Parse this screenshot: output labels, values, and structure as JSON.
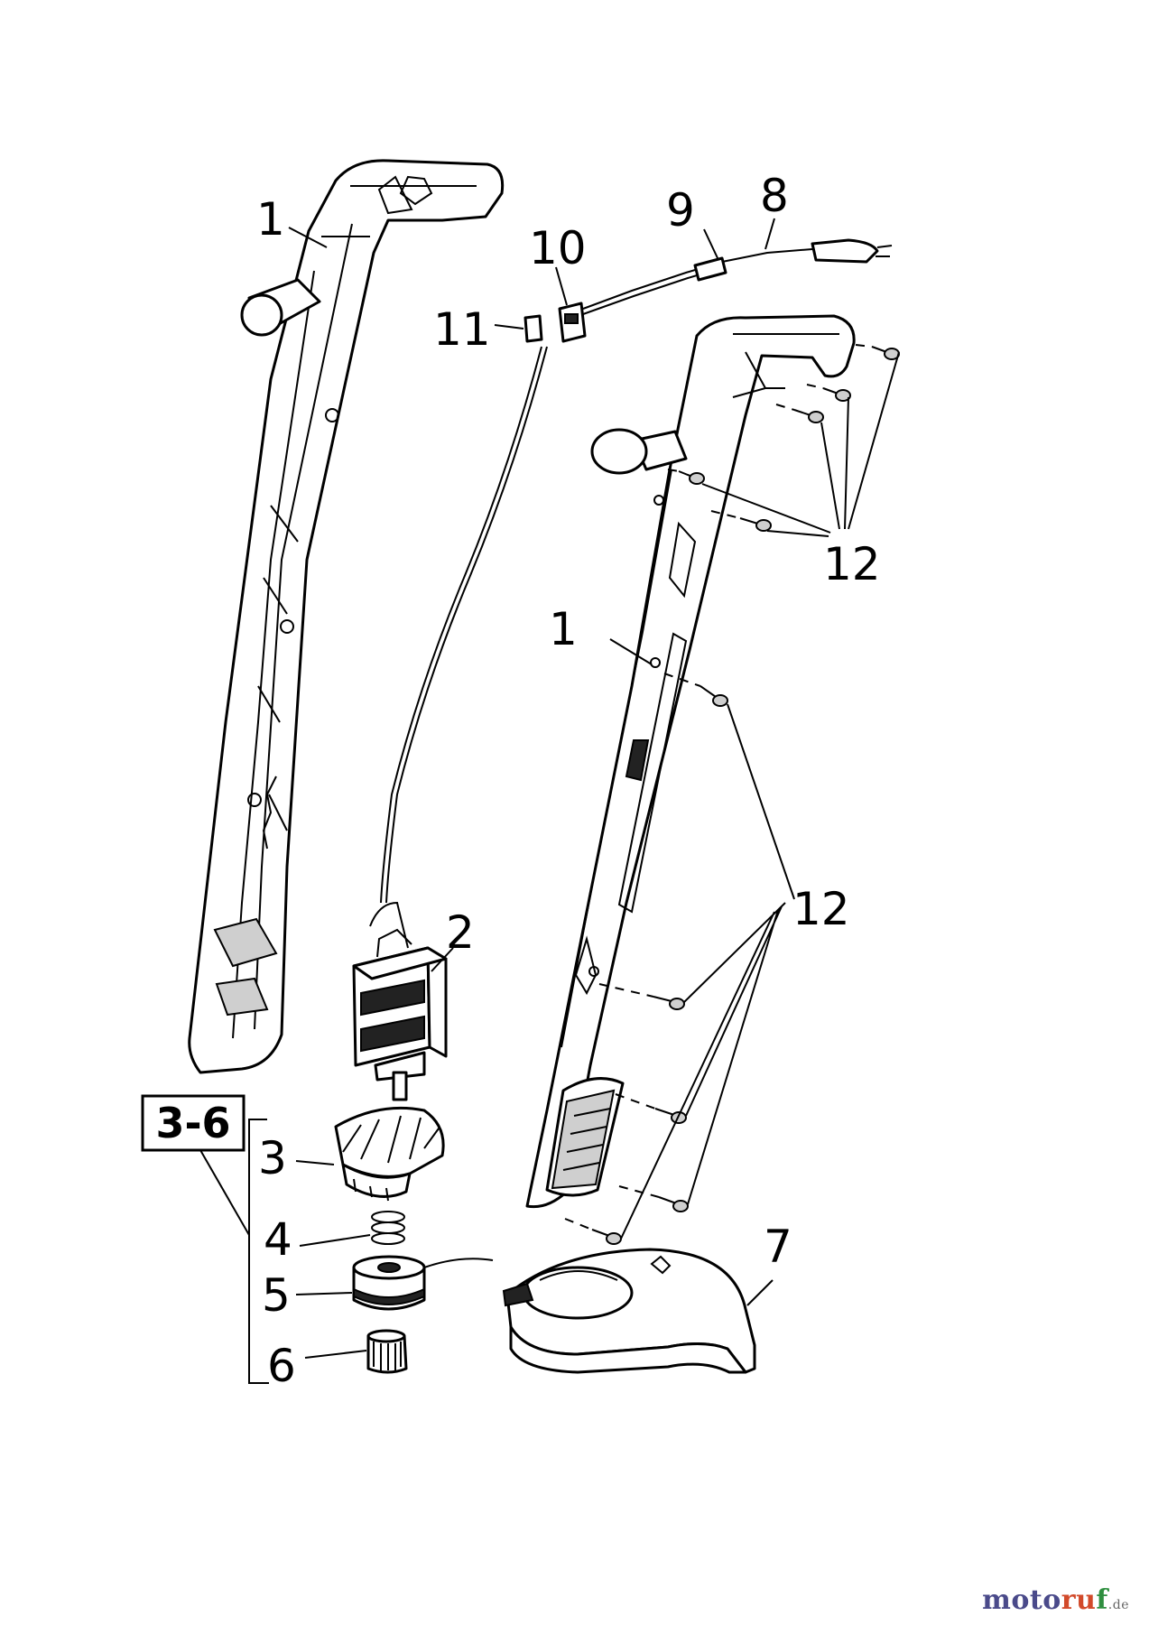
{
  "callouts": {
    "handle_left": "1",
    "motor": "2",
    "fan": "3",
    "spring": "4",
    "spool": "5",
    "cap": "6",
    "guard": "7",
    "plug": "8",
    "cable": "9",
    "switch": "10",
    "button": "11",
    "screws_upper": "12",
    "handle_right": "1",
    "screws_lower": "12"
  },
  "group_box": "3-6",
  "watermark": {
    "part1": "moto",
    "part2": "ru",
    "part3": "f",
    "domain": ".de"
  }
}
